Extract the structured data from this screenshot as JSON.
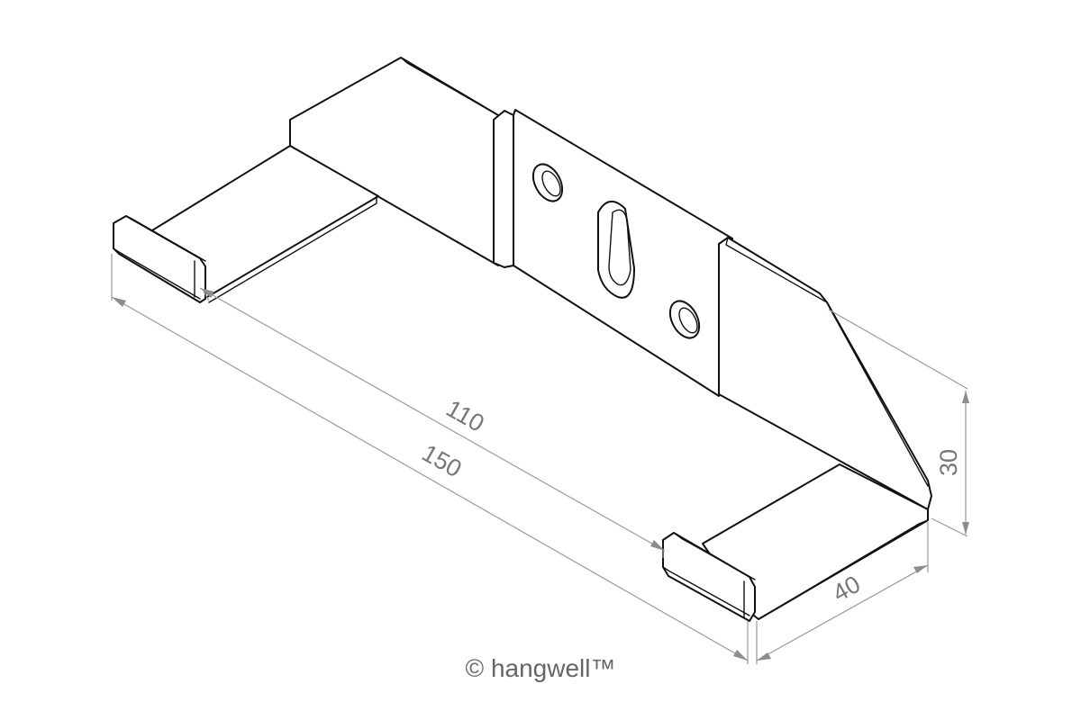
{
  "dimensions": {
    "inner_length": "110",
    "overall_length": "150",
    "height": "30",
    "depth": "40"
  },
  "footer": {
    "copyright_text": "© hangwell™"
  },
  "colors": {
    "outline": "#111111",
    "dimension": "#8c8c8c",
    "text": "#666666"
  }
}
